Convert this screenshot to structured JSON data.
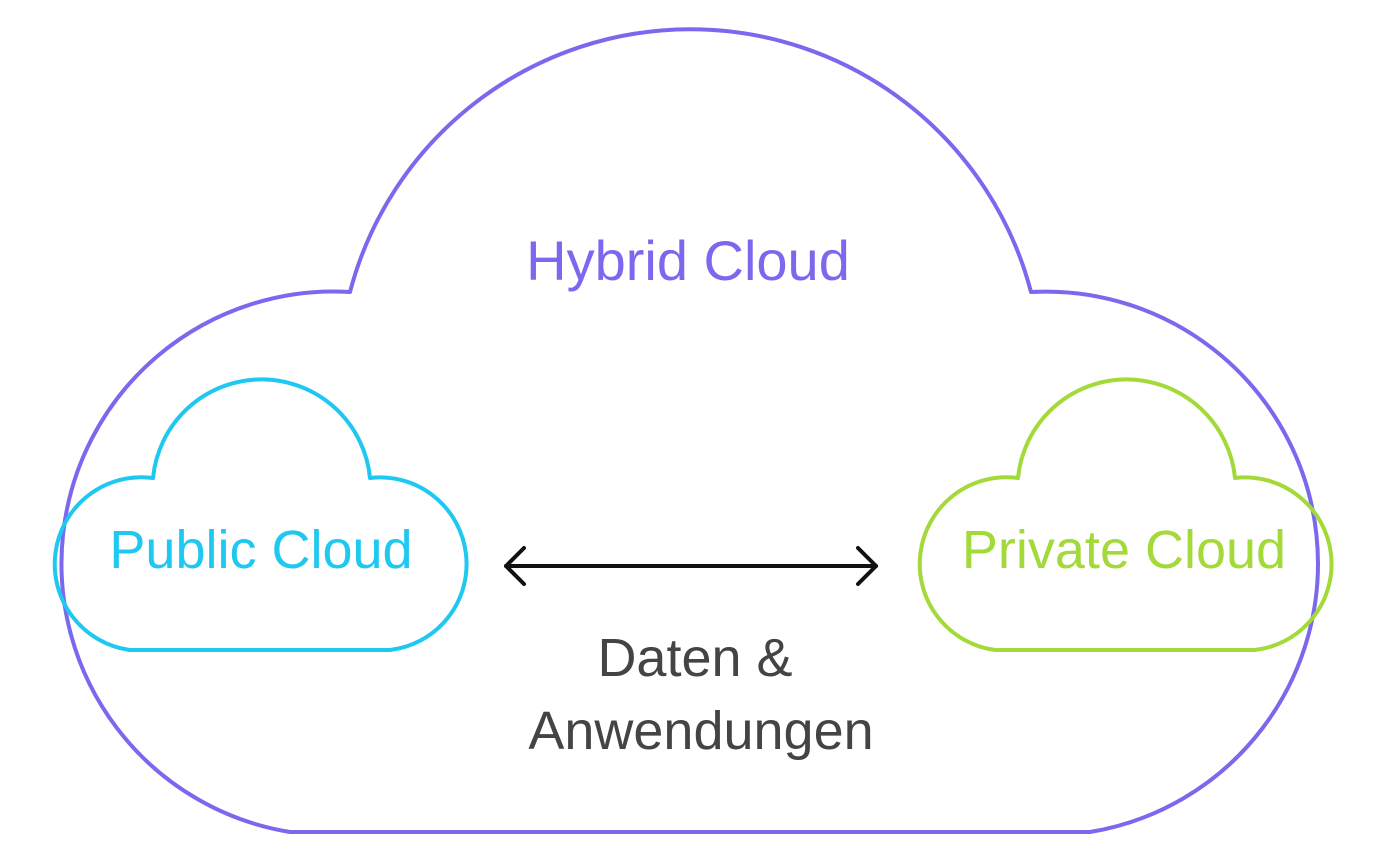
{
  "hybrid_cloud": {
    "label": "Hybrid Cloud",
    "color": "#7B68EE"
  },
  "public_cloud": {
    "label": "Public Cloud",
    "color": "#1EC8F0"
  },
  "private_cloud": {
    "label": "Private Cloud",
    "color": "#A4D93A"
  },
  "connection": {
    "label_line_1": "Daten &",
    "label_line_2": "Anwendungen",
    "color": "#111111",
    "label_color": "#444444",
    "direction": "bidirectional"
  }
}
